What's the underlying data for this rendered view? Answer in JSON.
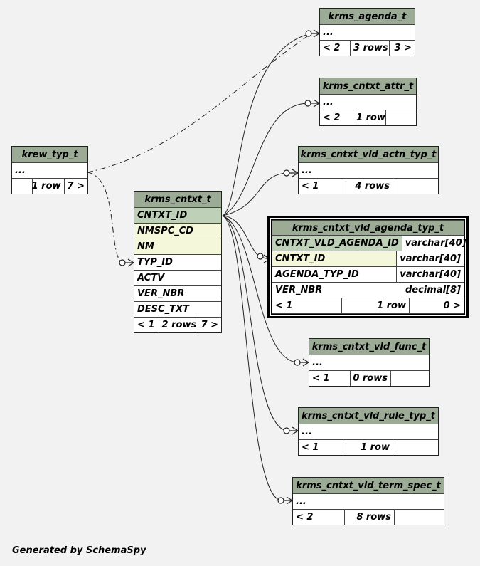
{
  "tables": {
    "krms_agenda_t": {
      "name": "krms_agenda_t",
      "columns": [
        "..."
      ],
      "parents": "< 2",
      "rows": "3 rows",
      "children": "3 >"
    },
    "krms_cntxt_attr_t": {
      "name": "krms_cntxt_attr_t",
      "columns": [
        "..."
      ],
      "parents": "< 2",
      "rows": "1 row",
      "children": ""
    },
    "krew_typ_t": {
      "name": "krew_typ_t",
      "columns": [
        "..."
      ],
      "parents": "",
      "rows": "1 row",
      "children": "7 >"
    },
    "krms_cntxt_vld_actn_typ_t": {
      "name": "krms_cntxt_vld_actn_typ_t",
      "columns": [
        "..."
      ],
      "parents": "< 1",
      "rows": "4 rows",
      "children": ""
    },
    "krms_cntxt_t": {
      "name": "krms_cntxt_t",
      "columns": [
        "CNTXT_ID",
        "NMSPC_CD",
        "NM",
        "TYP_ID",
        "ACTV",
        "VER_NBR",
        "DESC_TXT"
      ],
      "parents": "< 1",
      "rows": "2 rows",
      "children": "7 >"
    },
    "krms_cntxt_vld_agenda_typ_t": {
      "name": "krms_cntxt_vld_agenda_typ_t",
      "columns": [
        {
          "name": "CNTXT_VLD_AGENDA_ID",
          "type": "varchar[40]"
        },
        {
          "name": "CNTXT_ID",
          "type": "varchar[40]"
        },
        {
          "name": "AGENDA_TYP_ID",
          "type": "varchar[40]"
        },
        {
          "name": "VER_NBR",
          "type": "decimal[8]"
        }
      ],
      "parents": "< 1",
      "rows": "1 row",
      "children": "0 >"
    },
    "krms_cntxt_vld_func_t": {
      "name": "krms_cntxt_vld_func_t",
      "columns": [
        "..."
      ],
      "parents": "< 1",
      "rows": "0 rows",
      "children": ""
    },
    "krms_cntxt_vld_rule_typ_t": {
      "name": "krms_cntxt_vld_rule_typ_t",
      "columns": [
        "..."
      ],
      "parents": "< 1",
      "rows": "1 row",
      "children": ""
    },
    "krms_cntxt_vld_term_spec_t": {
      "name": "krms_cntxt_vld_term_spec_t",
      "columns": [
        "..."
      ],
      "parents": "< 2",
      "rows": "8 rows",
      "children": ""
    }
  },
  "footer": "Generated by SchemaSpy",
  "colors": {
    "background": "#f2f2f2",
    "header": "#9bab96",
    "primary_key": "#bed1b8",
    "foreign_key": "#f4f7da"
  }
}
